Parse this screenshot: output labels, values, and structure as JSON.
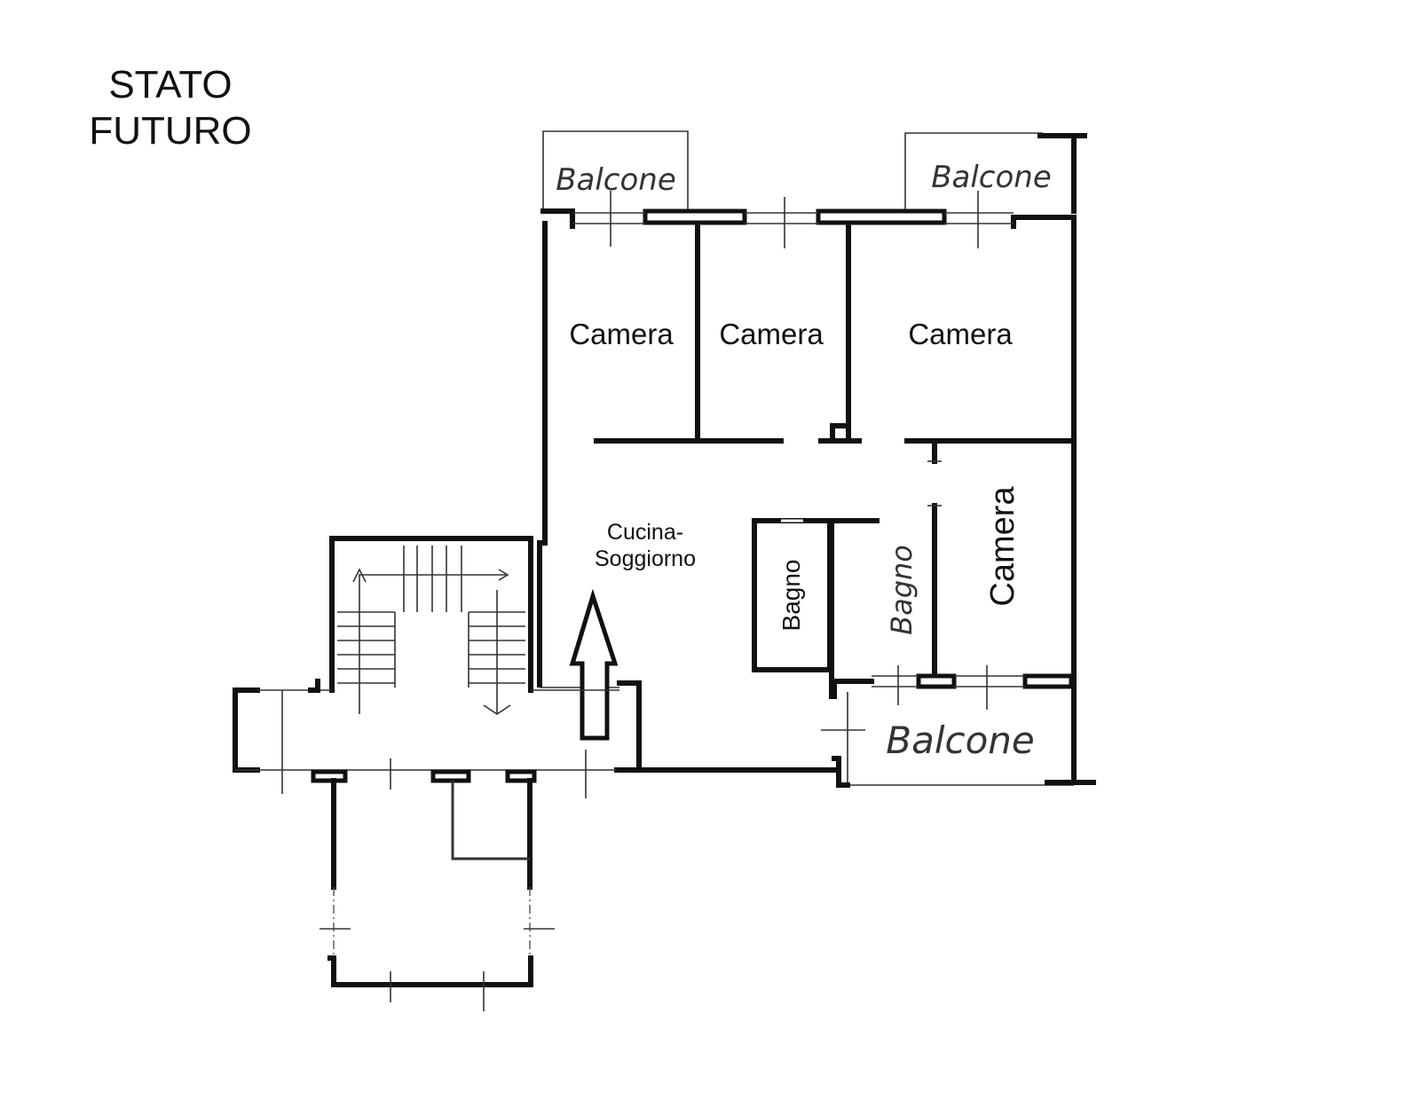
{
  "title": {
    "line1": "STATO",
    "line2": "FUTURO"
  },
  "rooms": {
    "balcone_top_left": "Balcone",
    "balcone_top_right": "Balcone",
    "balcone_bottom": "Balcone",
    "camera_1": "Camera",
    "camera_2": "Camera",
    "camera_3": "Camera",
    "camera_4": "Camera",
    "cucina_line1": "Cucina-",
    "cucina_line2": "Soggiorno",
    "bagno_1": "Bagno",
    "bagno_2": "Bagno"
  }
}
